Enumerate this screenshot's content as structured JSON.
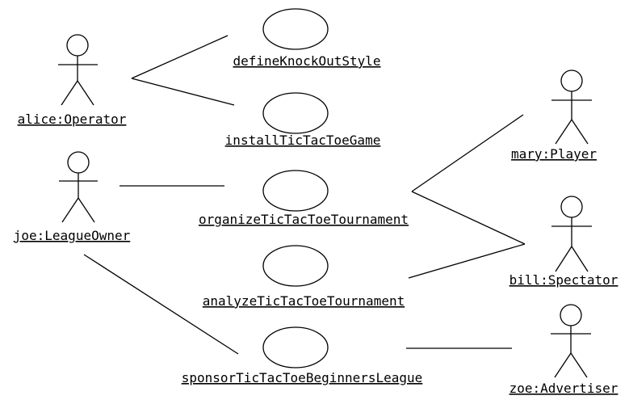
{
  "use_cases": [
    {
      "id": "defineKnockOutStyle",
      "label": "defineKnockOutStyle"
    },
    {
      "id": "installTicTacToeGame",
      "label": "installTicTacToeGame"
    },
    {
      "id": "organizeTicTacToeTournament",
      "label": "organizeTicTacToeTournament"
    },
    {
      "id": "analyzeTicTacToeTournament",
      "label": "analyzeTicTacToeTournament"
    },
    {
      "id": "sponsorTicTacToeBeginnersLeague",
      "label": "sponsorTicTacToeBeginnersLeague"
    }
  ],
  "actors": [
    {
      "id": "alice",
      "label": "alice:Operator"
    },
    {
      "id": "joe",
      "label": "joe:LeagueOwner"
    },
    {
      "id": "mary",
      "label": "mary:Player"
    },
    {
      "id": "bill",
      "label": "bill:Spectator"
    },
    {
      "id": "zoe",
      "label": "zoe:Advertiser"
    }
  ],
  "associations": [
    {
      "from": "alice",
      "to": "defineKnockOutStyle"
    },
    {
      "from": "alice",
      "to": "installTicTacToeGame"
    },
    {
      "from": "joe",
      "to": "organizeTicTacToeTournament"
    },
    {
      "from": "joe",
      "to": "sponsorTicTacToeBeginnersLeague"
    },
    {
      "from": "organizeTicTacToeTournament",
      "to": "mary"
    },
    {
      "from": "organizeTicTacToeTournament",
      "to": "bill"
    },
    {
      "from": "analyzeTicTacToeTournament",
      "to": "bill"
    },
    {
      "from": "sponsorTicTacToeBeginnersLeague",
      "to": "zoe"
    }
  ]
}
